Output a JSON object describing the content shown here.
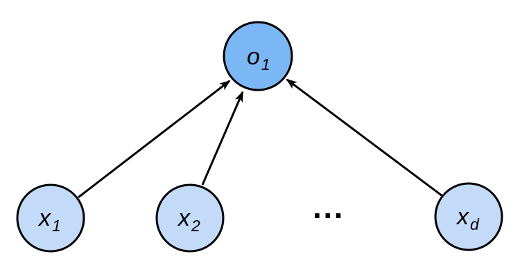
{
  "diagram": {
    "output": {
      "var": "o",
      "sub": "1",
      "fill": "#7cb7f5",
      "stroke": "#000000"
    },
    "inputs": [
      {
        "var": "x",
        "sub": "1",
        "fill": "#c3dbf9",
        "stroke": "#000000"
      },
      {
        "var": "x",
        "sub": "2",
        "fill": "#c3dbf9",
        "stroke": "#000000"
      },
      {
        "var": "x",
        "sub": "d",
        "fill": "#c3dbf9",
        "stroke": "#000000"
      }
    ],
    "ellipsis": "···",
    "edges": [
      {
        "from": "x1",
        "to": "o1"
      },
      {
        "from": "x2",
        "to": "o1"
      },
      {
        "from": "xd",
        "to": "o1"
      }
    ]
  }
}
